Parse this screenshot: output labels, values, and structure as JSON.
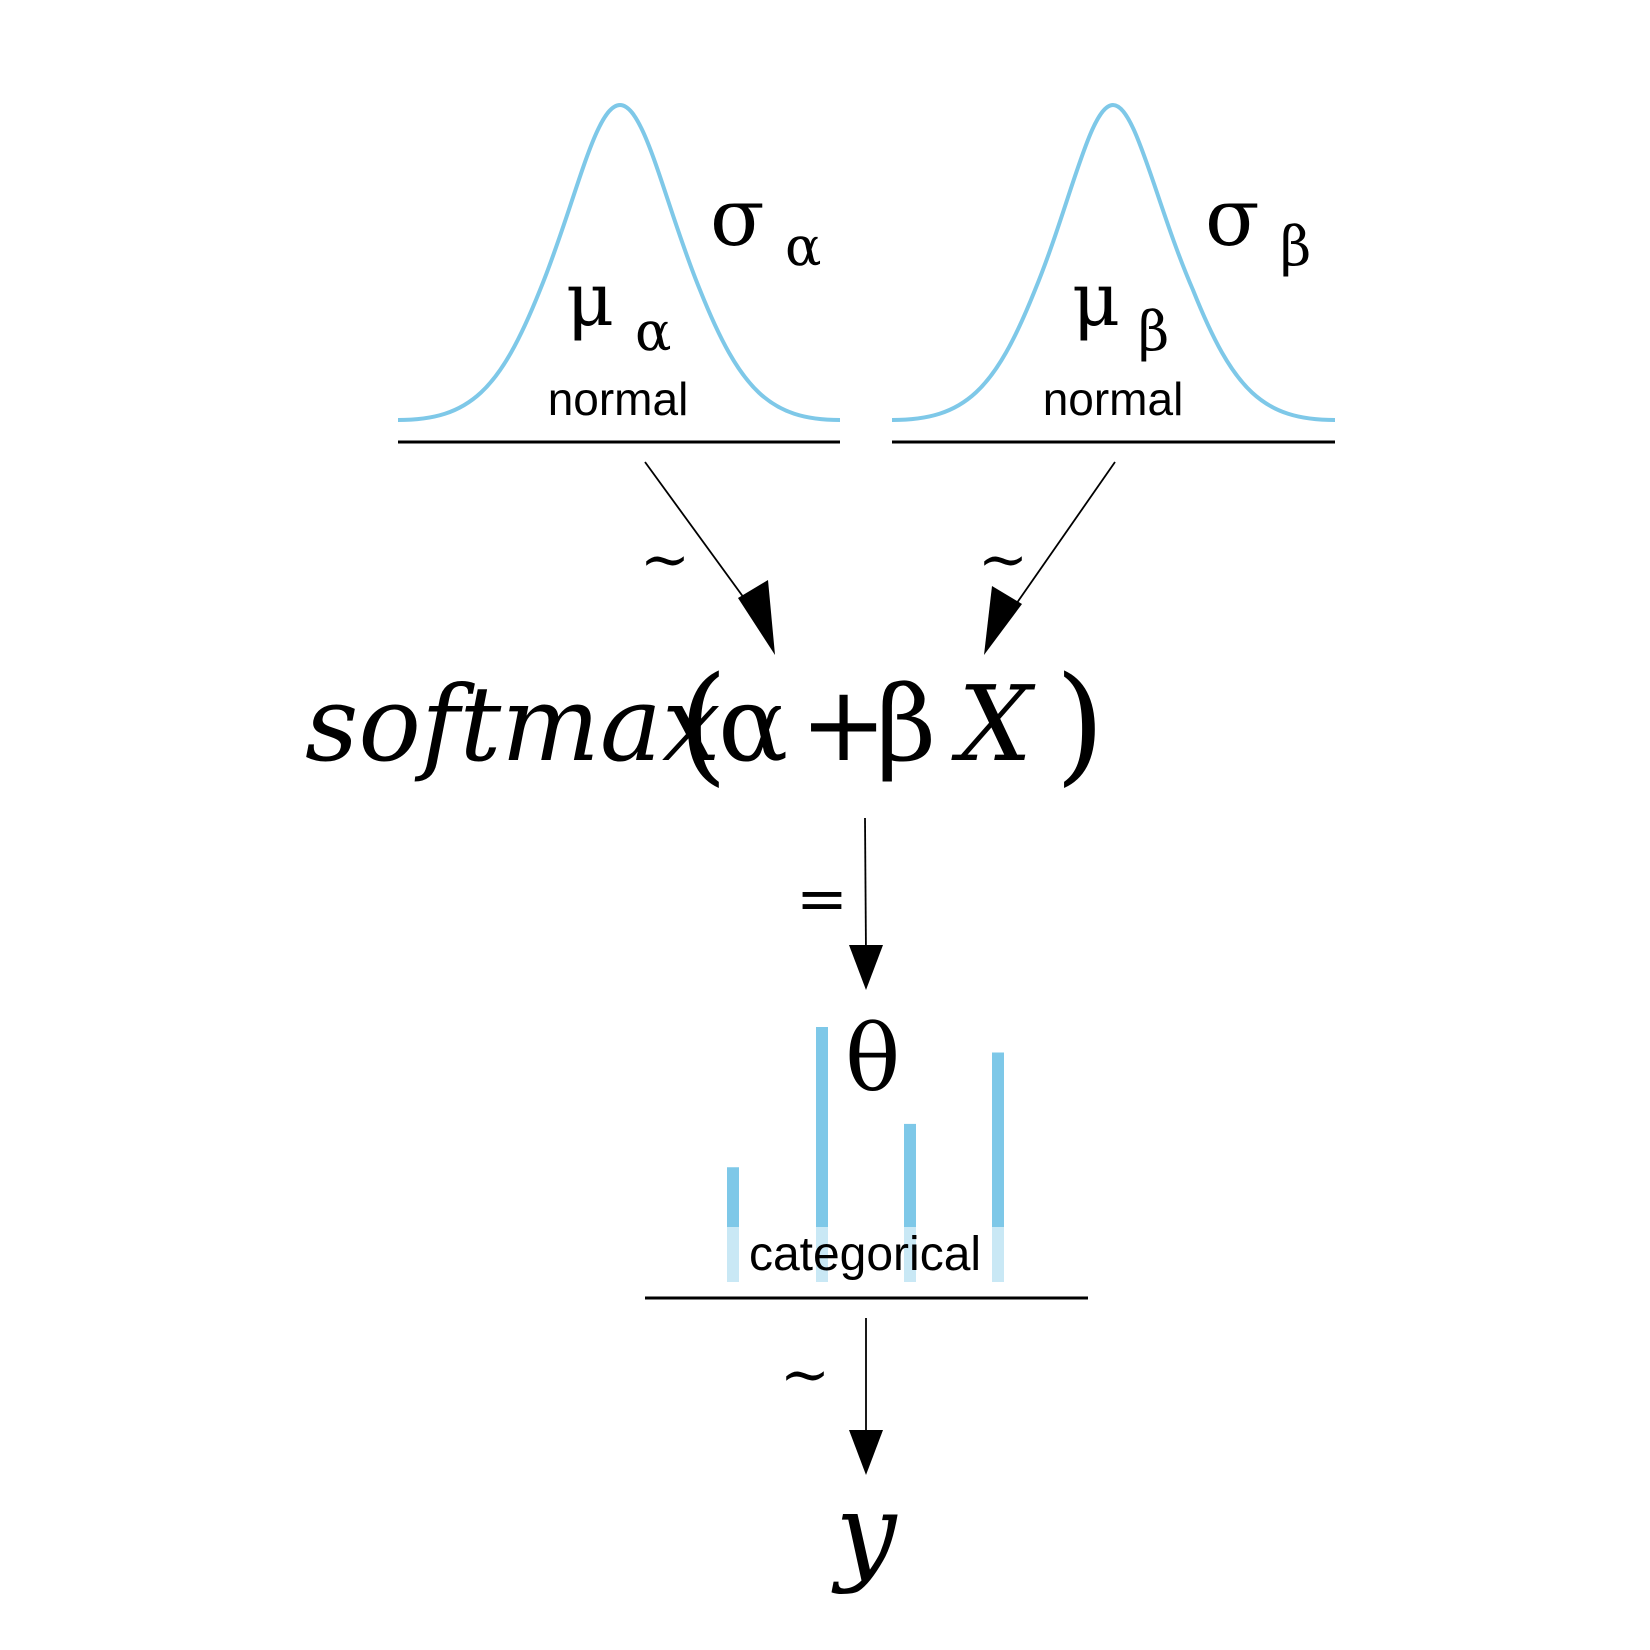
{
  "diagram": {
    "priors": [
      {
        "distribution": "normal",
        "mu": "μ",
        "mu_sub": "α",
        "sigma": "σ",
        "sigma_sub": "α",
        "edge_symbol": "~"
      },
      {
        "distribution": "normal",
        "mu": "μ",
        "mu_sub": "β",
        "sigma": "σ",
        "sigma_sub": "β",
        "edge_symbol": "~"
      }
    ],
    "linear_predictor": {
      "function": "softmax",
      "open_paren": "(",
      "alpha": "α",
      "plus": "+",
      "beta": "β",
      "x": "X",
      "close_paren": ")"
    },
    "deterministic_edge_symbol": "=",
    "likelihood": {
      "param": "θ",
      "distribution": "categorical",
      "bar_levels": [
        0.45,
        1.0,
        0.62,
        0.9
      ]
    },
    "observed_edge_symbol": "~",
    "observed": "y",
    "colors": {
      "distribution": "#7ec8e8",
      "distribution_light": "#c9e8f5",
      "ink": "#000000"
    }
  }
}
